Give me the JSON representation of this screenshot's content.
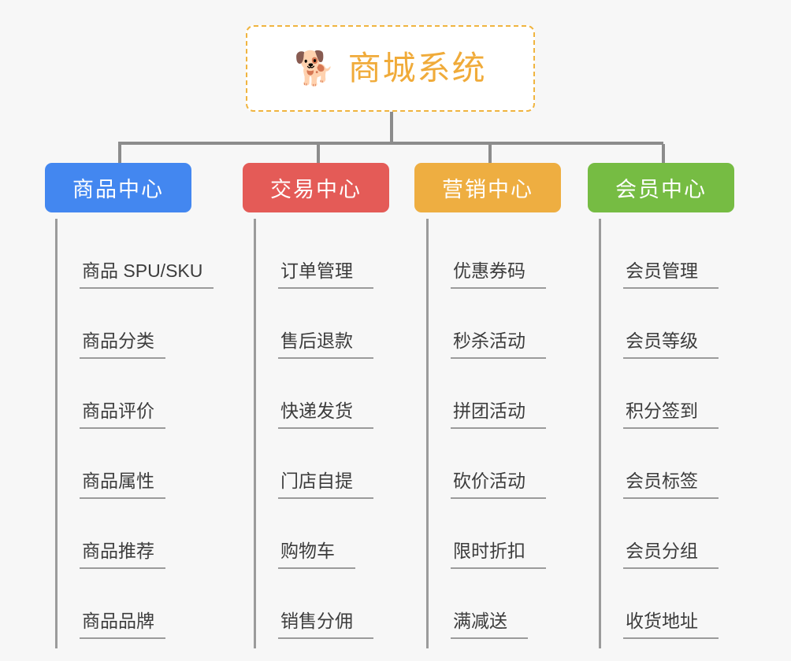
{
  "diagram": {
    "type": "org-tree",
    "background_color": "#f7f7f7",
    "root": {
      "icon": "dog-face-icon",
      "icon_glyph": "🐕",
      "title": "商城系统",
      "text_color": "#f0ab3a",
      "border_color": "#f0b43f",
      "border_style": "dashed",
      "background_color": "#ffffff"
    },
    "connector_color": "#8c8c8c",
    "columns": [
      {
        "id": "product-center",
        "label": "商品中心",
        "color": "#4387f0",
        "text_color": "#ffffff",
        "items": [
          "商品 SPU/SKU",
          "商品分类",
          "商品评价",
          "商品属性",
          "商品推荐",
          "商品品牌"
        ]
      },
      {
        "id": "trade-center",
        "label": "交易中心",
        "color": "#e45b57",
        "text_color": "#ffffff",
        "items": [
          "订单管理",
          "售后退款",
          "快递发货",
          "门店自提",
          "购物车",
          "销售分佣"
        ]
      },
      {
        "id": "marketing-center",
        "label": "营销中心",
        "color": "#eeae41",
        "text_color": "#ffffff",
        "items": [
          "优惠券码",
          "秒杀活动",
          "拼团活动",
          "砍价活动",
          "限时折扣",
          "满减送"
        ]
      },
      {
        "id": "member-center",
        "label": "会员中心",
        "color": "#76bc43",
        "text_color": "#ffffff",
        "items": [
          "会员管理",
          "会员等级",
          "积分签到",
          "会员标签",
          "会员分组",
          "收货地址"
        ]
      }
    ]
  }
}
